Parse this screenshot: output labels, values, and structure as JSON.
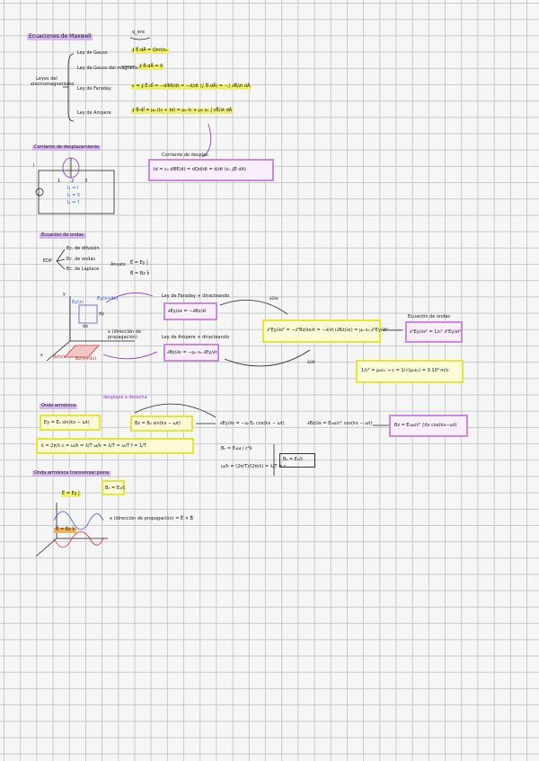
{
  "maxwell": {
    "title": "Ecuaciones de Maxwell",
    "group_label": "Leyes del electromagnetismo",
    "q_enc": "q_enc",
    "laws": [
      {
        "name": "Ley de Gauss",
        "formula": "∮ E⃗·dA⃗ = Qint/ε₀"
      },
      {
        "name": "Ley de Gauss del magnetismo",
        "formula": "∮ B⃗·dA⃗ = 0"
      },
      {
        "name": "Ley de Faraday",
        "formula": "ε = ∮ E⃗·dl⃗ = −dΦB/dt = −d/dt (∫ B⃗·dA⃗) = −∫ ∂B⃗/∂t dA⃗"
      },
      {
        "name": "Ley de Ampere",
        "formula": "∮ B⃗·dl⃗ = μ₀ (Ic + Id) = μ₀ Ic + μ₀ ε₀ ∫ ∂E⃗/∂t dA⃗"
      }
    ]
  },
  "displacement": {
    "title": "Corriente de desplazamiento",
    "formula_title": "Corriente de desplaz.",
    "formula": "Id = ε₀ dΦE/dt = dQd/dt = d/dt (ε₀ ∮E·dA)",
    "currents": [
      "I₁ = I",
      "I₂ = 0",
      "I₃ = ?"
    ],
    "node_labels": [
      "I",
      "1",
      "2",
      "3"
    ]
  },
  "waves": {
    "title": "Ecuación de ondas",
    "edp_label": "EDP",
    "edp_items": [
      "Ec. de difusión",
      "Ec. de ondas",
      "Ec. de Laplace"
    ],
    "ansatz_label": "Ansatz",
    "ansatz": [
      "E⃗ = Ey ĵ",
      "B⃗ = Bz k̂"
    ],
    "axis_labels": [
      "y",
      "Ey(x+dx)",
      "Ey(x)",
      "x (dirección de propagación)",
      "z",
      "Bz(x)",
      "Bz(x+dx)",
      "dy",
      "dx"
    ],
    "faraday_caption": "Ley de Faraday + diracteando",
    "faraday_formula": "∂Ey/∂x = −∂Bz/∂t",
    "ampere_caption": "Ley de Ampere + diracteando",
    "ampere_formula": "∂Bz/∂x = −μ₀ ε₀ ∂Ey/∂t",
    "d_dx": "∂/∂x",
    "d_dt": "∂/∂t",
    "combined": "∂²Ey/∂x² = −∂²Bz/∂x∂t = −∂/∂t (∂Bz/∂x) = μ₀ ε₀ ∂²Ey/∂t²",
    "wave_eq_title": "Ecuación de ondas",
    "wave_eq": "∂²Ey/∂x² = 1/c² ∂²Ey/∂t²",
    "speed": "1/c² = μ₀ε₀ → c = 1/√(μ₀ε₀) = 3·10⁸ m/s"
  },
  "harmonic": {
    "title": "Onda armónica",
    "note": "desplaza a derecha",
    "ey": "Ey = E₀ sin(kx − ωt)",
    "bz": "Bz = B₀ sin(kx − ωt)",
    "deriv1": "∂Ey/∂x = −ω E₀ cos(kx − ωt)",
    "deriv2": "∂Bz/∂x = E₀ω/c² cos(kx − ωt)",
    "result": "Bz = E₀ω/c² ∫dx cos(kx−ωt)",
    "relations": "k = 2π/λ   c = ω/k = λ/T   ω/k = λ/T = ω/T   f = 1/T",
    "b0": "B₀ = E₀ω / c²k",
    "ratio": "ω/k = (2π/T)/(2π/λ) = λ/T = c",
    "b0_result": "B₀ = E₀/c"
  },
  "plane": {
    "title": "Onda armónica transversal plana",
    "b0": "B₀ = E₀/c",
    "e_label": "E⃗ = Ey ĵ",
    "b_label": "B⃗ = Bz k̂",
    "x_label": "x (dirección de propagación) = E⃗ × B⃗"
  }
}
